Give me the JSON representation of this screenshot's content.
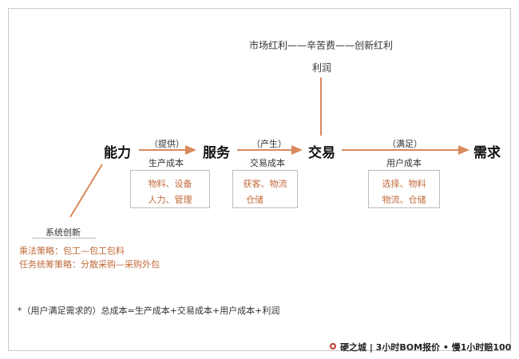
{
  "nodes": {
    "capability": "能力",
    "service": "服务",
    "transaction": "交易",
    "demand": "需求"
  },
  "top": {
    "chain": "市场红利——辛苦费——创新红利",
    "profit": "利润"
  },
  "edges": {
    "provide": {
      "verb": "（提供）",
      "cost": "生产成本",
      "items": [
        "物料、设备",
        "人力、管理"
      ]
    },
    "produce": {
      "verb": "（产生）",
      "cost": "交易成本",
      "items": [
        "获客、物流",
        "仓储"
      ]
    },
    "satisfy": {
      "verb": "（满足）",
      "cost": "用户成本",
      "items": [
        "选择、物料",
        "物流、仓储"
      ]
    }
  },
  "innovation": {
    "label": "系统创新",
    "strategy1": "乘法策略：包工—包工包料",
    "strategy2": "任务统筹策略：分散采购—采购外包"
  },
  "footnote": "*（用户满足需求的）总成本=生产成本+交易成本+用户成本+利润",
  "brand": "硬之城 | 3小时BOM报价 • 慢1小时赔100",
  "colors": {
    "accent": "#c06a3a",
    "arrow": "#d98a5a",
    "brand_red": "#c0392b"
  }
}
